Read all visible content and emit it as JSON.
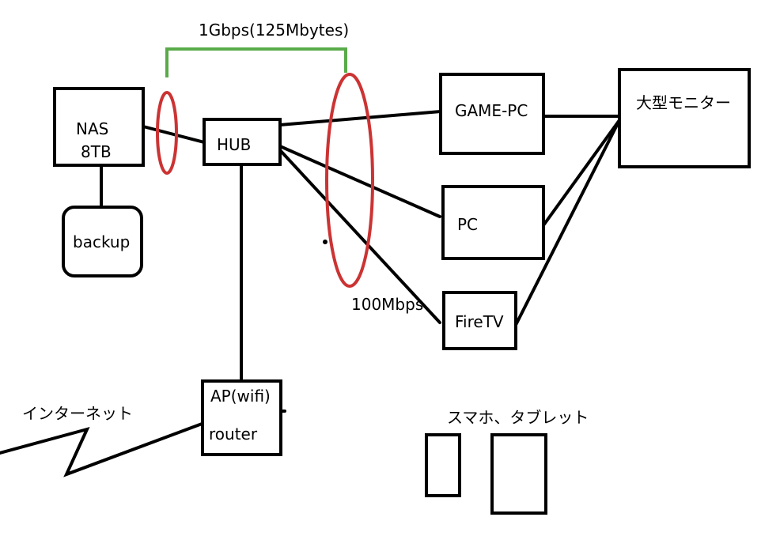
{
  "labels": {
    "bandwidth_top": "1Gbps(125Mbytes)",
    "bandwidth_bottom": "100Mbps",
    "nas_line1": "NAS",
    "nas_line2": "8TB",
    "backup": "backup",
    "hub": "HUB",
    "game_pc": "GAME-PC",
    "pc": "PC",
    "firetv": "FireTV",
    "monitor": "大型モニター",
    "ap": "AP(wifi)",
    "router": "router",
    "internet": "インターネット",
    "mobile": "スマホ、タブレット"
  },
  "colors": {
    "line": "#000000",
    "highlight_ellipse": "#cc3333",
    "bracket": "#5aaa4a"
  }
}
